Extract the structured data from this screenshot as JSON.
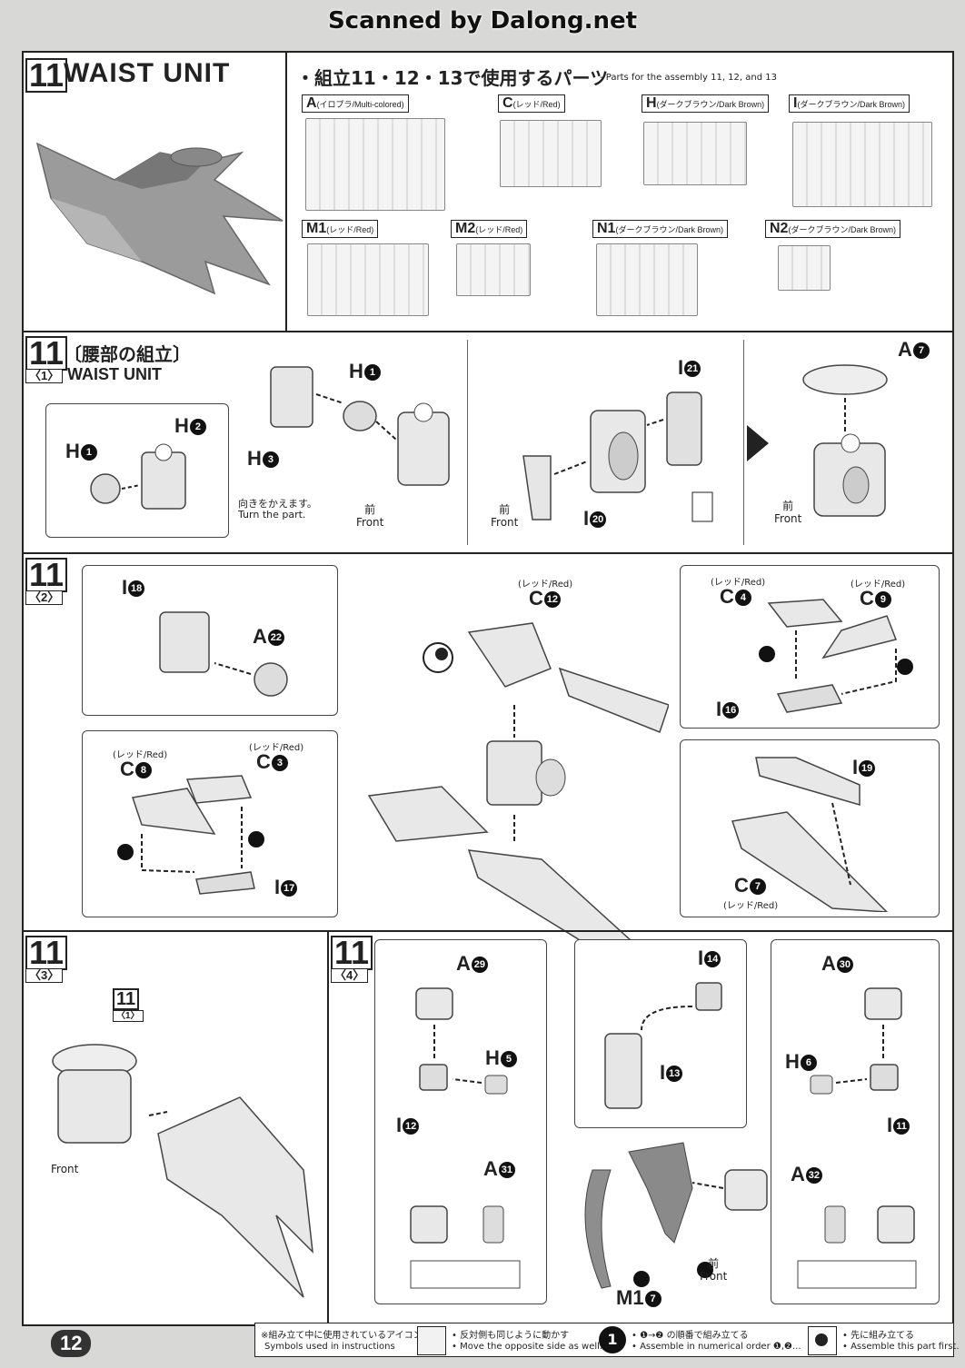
{
  "header": {
    "scan_credit": "Scanned by Dalong.net"
  },
  "section_main": {
    "step_number": "11",
    "title": "WAIST UNIT",
    "parts_heading_jp": "・組立11・12・13で使用するパーツ",
    "parts_heading_en": "- Parts for the assembly 11, 12, and 13",
    "runners": [
      {
        "letter": "A",
        "note": "(イロプラ/Multi-colored)"
      },
      {
        "letter": "C",
        "note": "(レッド/Red)"
      },
      {
        "letter": "H",
        "note": "(ダークブラウン/Dark Brown)"
      },
      {
        "letter": "I",
        "note": "(ダークブラウン/Dark Brown)"
      },
      {
        "letter": "M1",
        "note": "(レッド/Red)"
      },
      {
        "letter": "M2",
        "note": "(レッド/Red)"
      },
      {
        "letter": "N1",
        "note": "(ダークブラウン/Dark Brown)"
      },
      {
        "letter": "N2",
        "note": "(ダークブラウン/Dark Brown)"
      }
    ]
  },
  "step1": {
    "number": "11",
    "sub": "〈1〉",
    "title_jp": "〔腰部の組立〕",
    "title_en": "WAIST UNIT",
    "labels": {
      "h1a": "H",
      "h1a_n": "1",
      "h2": "H",
      "h2_n": "2",
      "h1b": "H",
      "h1b_n": "1",
      "h3": "H",
      "h3_n": "3",
      "i21": "I",
      "i21_n": "21",
      "i20": "I",
      "i20_n": "20",
      "a7": "A",
      "a7_n": "7"
    },
    "turn_jp": "向きをかえます。",
    "turn_en": "Turn the part.",
    "front_jp": "前",
    "front_en": "Front"
  },
  "step2": {
    "number": "11",
    "sub": "〈2〉",
    "labels": {
      "i18": "I",
      "i18_n": "18",
      "a22": "A",
      "a22_n": "22",
      "c12": "C",
      "c12_n": "12",
      "c4": "C",
      "c4_n": "4",
      "c9": "C",
      "c9_n": "9",
      "i16": "I",
      "i16_n": "16",
      "c8": "C",
      "c8_n": "8",
      "c3": "C",
      "c3_n": "3",
      "i17": "I",
      "i17_n": "17",
      "i19": "I",
      "i19_n": "19",
      "c7": "C",
      "c7_n": "7"
    },
    "red": "(レッド/Red)"
  },
  "step3": {
    "number": "11",
    "sub": "〈3〉",
    "ref_number": "11",
    "ref_sub": "〈1〉",
    "front_en": "Front"
  },
  "step4": {
    "number": "11",
    "sub": "〈4〉",
    "labels": {
      "a29": "A",
      "a29_n": "29",
      "h5": "H",
      "h5_n": "5",
      "i12": "I",
      "i12_n": "12",
      "a31": "A",
      "a31_n": "31",
      "i14": "I",
      "i14_n": "14",
      "i13": "I",
      "i13_n": "13",
      "a30": "A",
      "a30_n": "30",
      "h6": "H",
      "h6_n": "6",
      "i11": "I",
      "i11_n": "11",
      "a32": "A",
      "a32_n": "32",
      "m1": "M1",
      "m1_n": "7"
    },
    "front_jp": "前",
    "front_en": "Front"
  },
  "footer": {
    "page_number": "12",
    "icons_jp": "※組み立て中に使用されているアイコン",
    "icons_en": "Symbols used in instructions",
    "opposite_jp": "• 反対側も同じように動かす",
    "opposite_en": "• Move the opposite side as well.",
    "order_jp": "• ❶→❷ の順番で組み立てる",
    "order_en": "• Assemble in numerical order ❶,❷...",
    "first_jp": "• 先に組み立てる",
    "first_en": "• Assemble this part first."
  },
  "colors": {
    "ink": "#222222",
    "paper": "#ffffff",
    "scan_bg": "#d8d8d6",
    "part_fill": "#e8e8e8",
    "red_part": "#bdbdbd"
  }
}
